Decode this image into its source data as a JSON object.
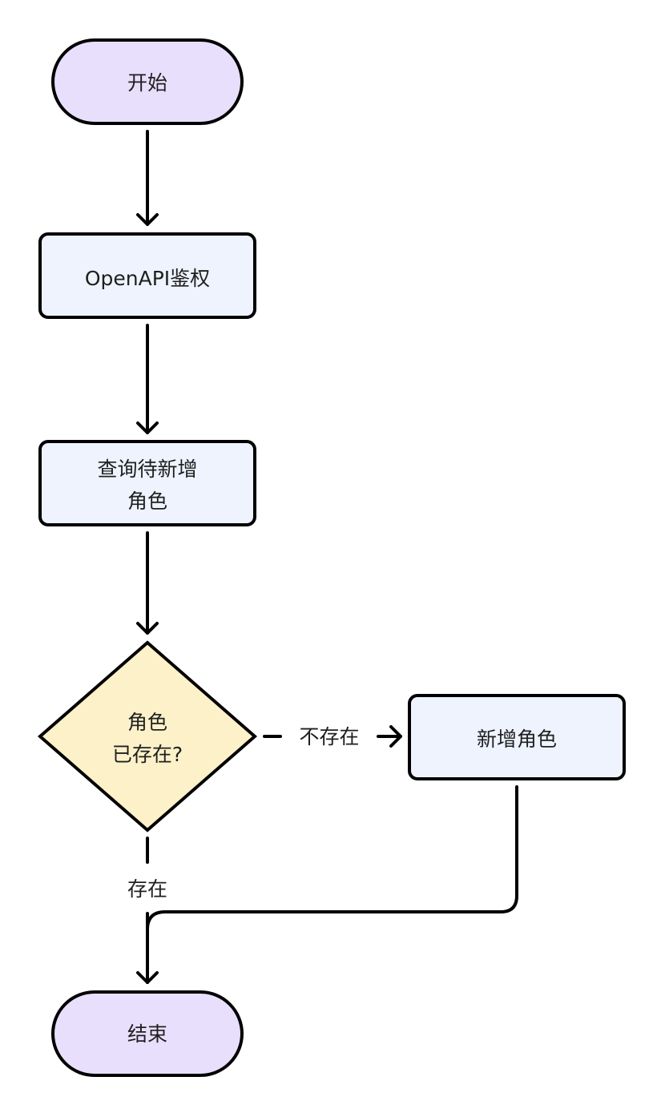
{
  "colors": {
    "terminal_fill": "#e8dffc",
    "process_fill": "#eef3fd",
    "decision_fill": "#fdf1c9",
    "stroke": "#000000",
    "background": "#ffffff"
  },
  "nodes": {
    "start": {
      "label": "开始"
    },
    "auth": {
      "label": "OpenAPI鉴权"
    },
    "query": {
      "line1": "查询待新增",
      "line2": "角色"
    },
    "decision": {
      "line1": "角色",
      "line2": "已存在?"
    },
    "add_role": {
      "label": "新增角色"
    },
    "end": {
      "label": "结束"
    }
  },
  "edges": {
    "not_exists": "不存在",
    "exists": "存在"
  }
}
